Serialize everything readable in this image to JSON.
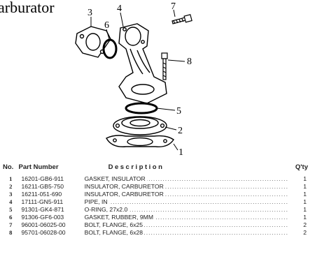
{
  "title": "arburator",
  "diagram": {
    "callouts": [
      "3",
      "4",
      "7",
      "6",
      "8",
      "5",
      "2",
      "1"
    ]
  },
  "table": {
    "headers": {
      "no": "No.",
      "part": "Part Number",
      "desc": "Description",
      "qty": "Q'ty"
    },
    "rows": [
      {
        "no": "1",
        "part": "16201-GB6-911",
        "desc": "GASKET, INSULATOR",
        "qty": "1"
      },
      {
        "no": "2",
        "part": "16211-GB5-750",
        "desc": "INSULATOR, CARBURETOR",
        "qty": "1"
      },
      {
        "no": "3",
        "part": "16211-051-690",
        "desc": "INSULATOR, CARBURETOR",
        "qty": "1"
      },
      {
        "no": "4",
        "part": "17111-GN5-911",
        "desc": "PIPE, IN",
        "qty": "1"
      },
      {
        "no": "5",
        "part": "91301-GK4-871",
        "desc": "O-RING, 27x2.0",
        "qty": "1"
      },
      {
        "no": "6",
        "part": "91306-GF6-003",
        "desc": "GASKET, RUBBER, 9MM",
        "qty": "1"
      },
      {
        "no": "7",
        "part": "96001-06025-00",
        "desc": "BOLT, FLANGE, 6x25",
        "qty": "2"
      },
      {
        "no": "8",
        "part": "95701-06028-00",
        "desc": "BOLT, FLANGE, 6x28",
        "qty": "2"
      }
    ]
  }
}
